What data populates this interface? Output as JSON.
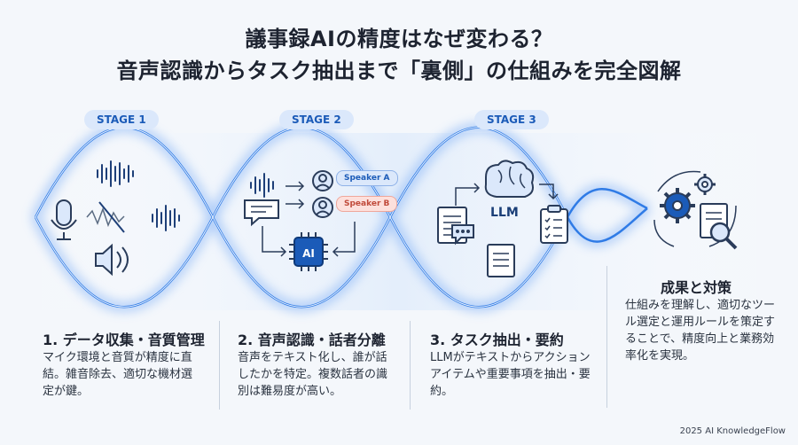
{
  "title": {
    "line1": "議事録AIの精度はなぜ変わる？",
    "line2": "音声認識からタスク抽出まで「裏側」の仕組みを完全図解"
  },
  "stages": {
    "s1": "STAGE 1",
    "s2": "STAGE 2",
    "s3": "STAGE 3"
  },
  "speakers": {
    "a": "Speaker A",
    "b": "Speaker B"
  },
  "labels": {
    "ai": "AI",
    "llm": "LLM"
  },
  "sections": [
    {
      "title": "1. データ収集・音質管理",
      "body": "マイク環境と音質が精度に直結。雑音除去、適切な機材選定が鍵。"
    },
    {
      "title": "2. 音声認識・話者分離",
      "body": "音声をテキスト化し、誰が話したかを特定。複数話者の識別は難易度が高い。"
    },
    {
      "title": "3. タスク抽出・要約",
      "body": "LLMがテキストからアクションアイテムや重要事項を抽出・要約。"
    },
    {
      "title": "成果と対策",
      "body": "仕組みを理解し、適切なツール選定と運用ルールを策定することで、精度向上と業務効率化を実現。"
    }
  ],
  "footer": "2025 AI KnowledgeFlow",
  "colors": {
    "accent": "#1b5bb8",
    "glow": "#6fa6f5",
    "ink": "#1d2330",
    "speaker_b": "#e8705e"
  },
  "icons": [
    "microphone-icon",
    "soundwave-icon",
    "speaker-icon",
    "chat-bubble-icon",
    "user-icon",
    "ai-chip-icon",
    "brain-icon",
    "document-icon",
    "clipboard-checklist-icon",
    "gear-icon",
    "magnifier-icon"
  ]
}
